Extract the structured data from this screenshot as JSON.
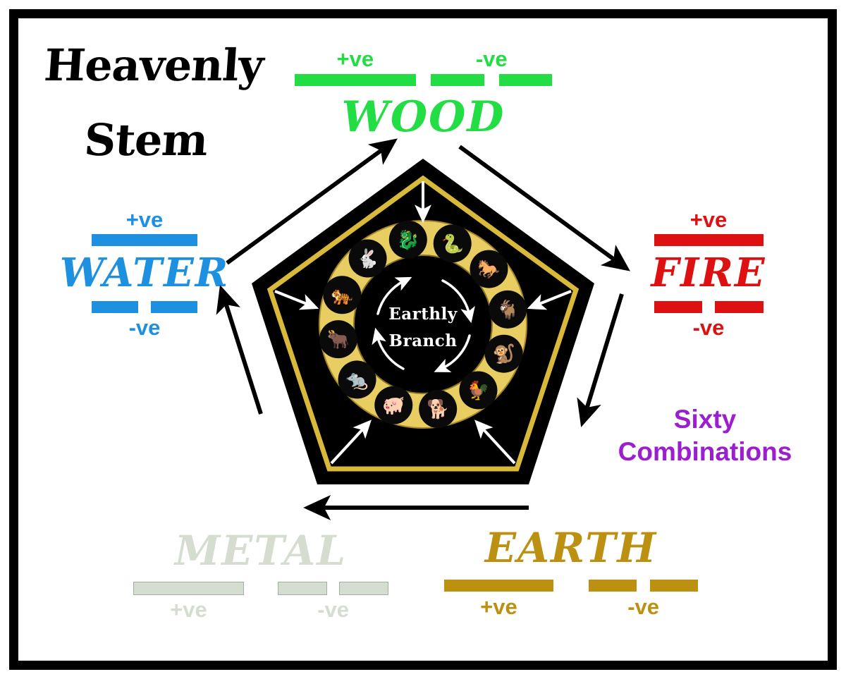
{
  "title": {
    "line1": "Heavenly",
    "line2": "Stem"
  },
  "sixty": {
    "line1": "Sixty",
    "line2": "Combinations",
    "color": "#9B1FD0"
  },
  "center": {
    "line1": "Earthly",
    "line2": "Branch",
    "ring_color": "#E8CE62",
    "disc_color": "#000000"
  },
  "pentagon": {
    "fill": "#000000",
    "inner_outline": "#D8B93A"
  },
  "elements": [
    {
      "key": "wood",
      "name": "WOOD",
      "color": "#22DD44",
      "positive_label": "+ve",
      "negative_label": "-ve",
      "positive_line": "solid",
      "negative_line": "broken",
      "label_position": "above",
      "name_position": "below"
    },
    {
      "key": "fire",
      "name": "FIRE",
      "color": "#DD1111",
      "positive_label": "+ve",
      "negative_label": "-ve",
      "positive_line": "solid",
      "negative_line": "broken",
      "label_position": "split",
      "name_position": "middle"
    },
    {
      "key": "earth",
      "name": "EARTH",
      "color": "#BC9010",
      "positive_label": "+ve",
      "negative_label": "-ve",
      "positive_line": "solid",
      "negative_line": "broken",
      "label_position": "below",
      "name_position": "above"
    },
    {
      "key": "metal",
      "name": "METAL",
      "color": "#D5DDD0",
      "positive_label": "+ve",
      "negative_label": "-ve",
      "positive_line": "solid",
      "negative_line": "broken",
      "label_position": "below",
      "name_position": "above"
    },
    {
      "key": "water",
      "name": "WATER",
      "color": "#1E90E0",
      "positive_label": "+ve",
      "negative_label": "-ve",
      "positive_line": "solid",
      "negative_line": "broken",
      "label_position": "split",
      "name_position": "middle"
    }
  ],
  "zodiac": [
    {
      "name": "Dragon",
      "glyph": "🐉",
      "angle": -100
    },
    {
      "name": "Snake",
      "glyph": "🐍",
      "angle": -70
    },
    {
      "name": "Horse",
      "glyph": "🐎",
      "angle": -40
    },
    {
      "name": "Goat",
      "glyph": "🐐",
      "angle": -10
    },
    {
      "name": "Monkey",
      "glyph": "🐒",
      "angle": 20
    },
    {
      "name": "Rooster",
      "glyph": "🐓",
      "angle": 50
    },
    {
      "name": "Dog",
      "glyph": "🐕",
      "angle": 80
    },
    {
      "name": "Pig",
      "glyph": "🐖",
      "angle": 110
    },
    {
      "name": "Rat",
      "glyph": "🐀",
      "angle": 140
    },
    {
      "name": "Ox",
      "glyph": "🐂",
      "angle": 170
    },
    {
      "name": "Tiger",
      "glyph": "🐅",
      "angle": 200
    },
    {
      "name": "Rabbit",
      "glyph": "🐇",
      "angle": 230
    }
  ],
  "cycle_arrows": {
    "order": [
      "wood",
      "fire",
      "earth",
      "metal",
      "water"
    ],
    "direction": "clockwise"
  }
}
